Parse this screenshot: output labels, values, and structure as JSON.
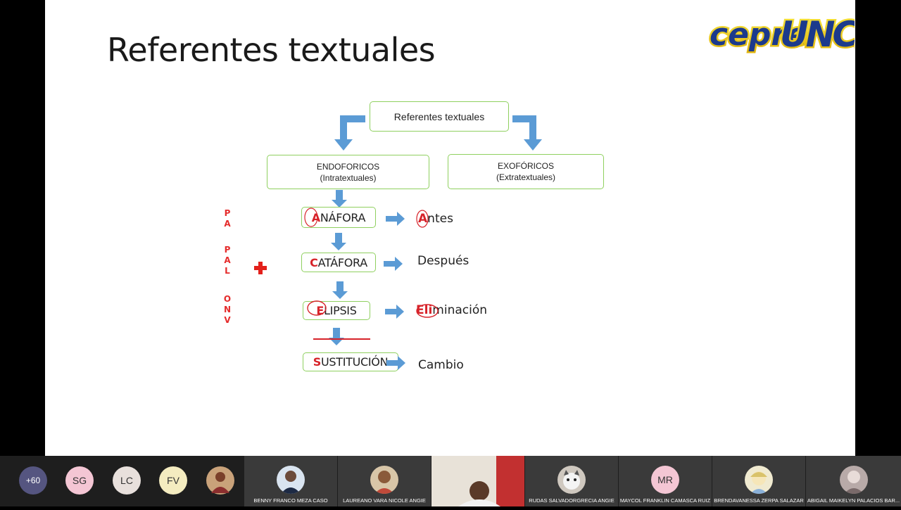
{
  "slide": {
    "title": "Referentes textuales",
    "logo": {
      "text_part1": "cepre",
      "text_part2": "UNCP"
    },
    "root_box": "Referentes textuales",
    "endo": {
      "line1": "ENDOFORICOS",
      "line2": "(Intratextuales)"
    },
    "exo": {
      "line1": "EXOFÓRICOS",
      "line2": "(Extratextuales)"
    },
    "terms": [
      {
        "first": "A",
        "rest": "NÁFORA",
        "result_first": "A",
        "result_rest": "ntes"
      },
      {
        "first": "C",
        "rest": "ATÁFORA",
        "result_first": "",
        "result_rest": "Después"
      },
      {
        "first": "E",
        "rest": "LIPSIS",
        "result_first": "Eli",
        "result_rest": "minación"
      },
      {
        "first": "S",
        "rest": "USTITUCIÓN",
        "result_first": "",
        "result_rest": "Cambio"
      }
    ],
    "annotations": [
      "P",
      "A",
      "P",
      "A",
      "L",
      "O",
      "N",
      "V"
    ],
    "colors": {
      "accent_green": "#8fd05f",
      "arrow_blue": "#5b9bd5",
      "annotation_red": "#d7232a"
    }
  },
  "participants": {
    "more_count": "+60",
    "initial_avatars": [
      {
        "initials": "SG",
        "color": "#f4c6d4"
      },
      {
        "initials": "LC",
        "color": "#e8e0dc"
      },
      {
        "initials": "FV",
        "color": "#f4ecc0"
      }
    ],
    "tiles": [
      {
        "name": "BENNY FRANCO MEZA CASO"
      },
      {
        "name": "LAUREANO VARA  NICOLE ANGIE"
      },
      {
        "name": ""
      },
      {
        "name": "RUDAS SALVADORGRECIA ANGIE"
      },
      {
        "name": "MAYCOL FRANKLIN CAMASCA RUIZ",
        "initials": "MR",
        "color": "#f4c6d4"
      },
      {
        "name": "BRENDAVANESSA ZERPA SALAZAR"
      },
      {
        "name": "ABIGAIL  MAIKELYN  PALACIOS BAR..."
      }
    ]
  }
}
